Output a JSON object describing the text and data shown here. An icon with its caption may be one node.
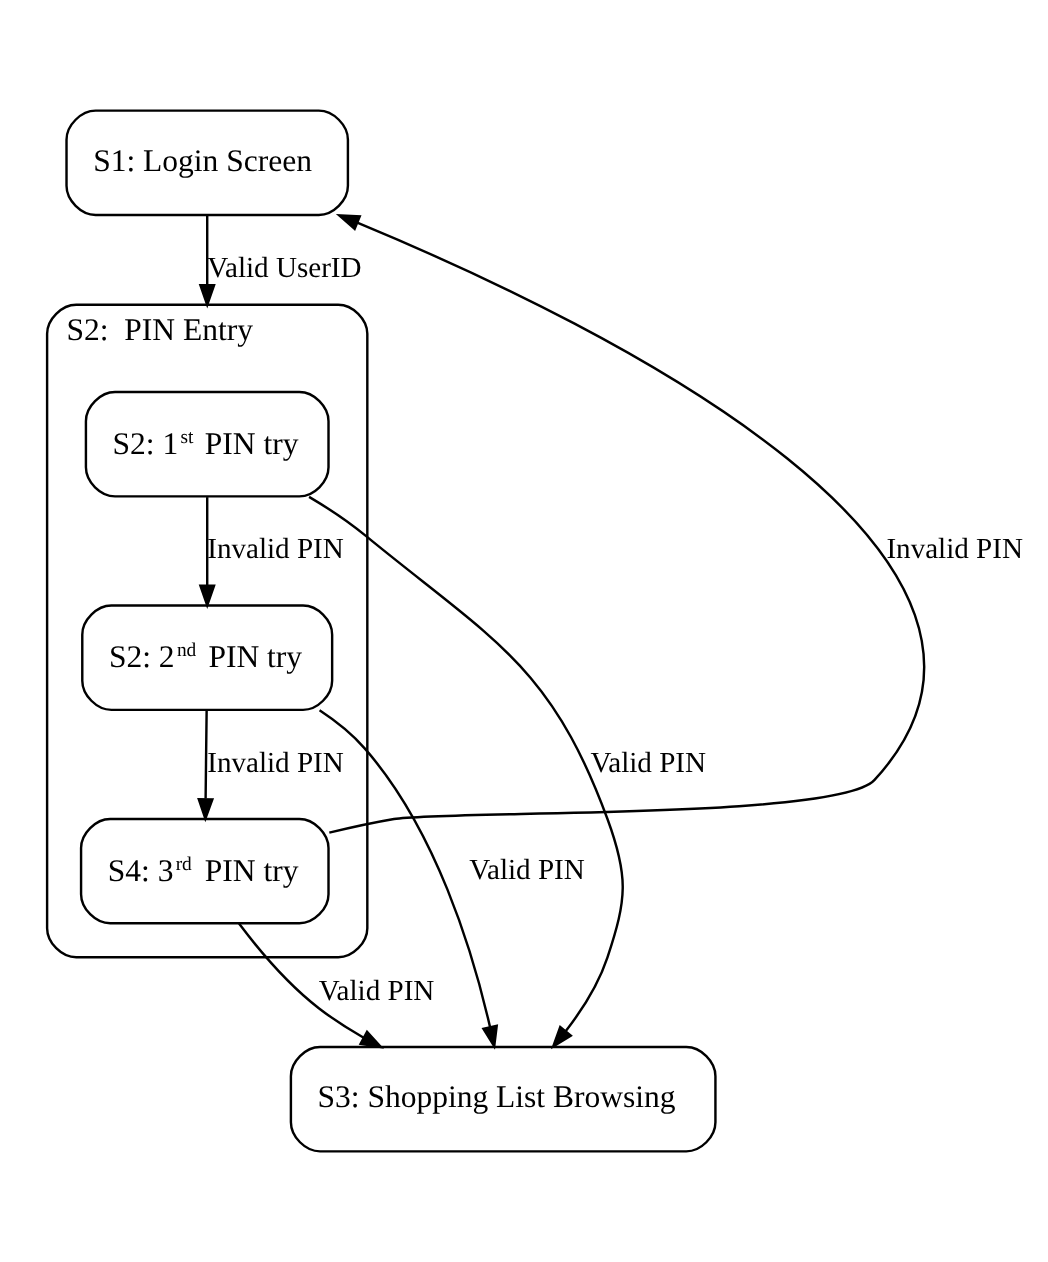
{
  "diagram": {
    "nodes": [
      {
        "text": [
          "S1: Login Screen"
        ]
      },
      {
        "text": [
          "S2:  PIN Entry"
        ]
      },
      {
        "text": [
          "S2: 1$^{st}$ PIN try"
        ],
        "in": 1
      },
      {
        "text": [
          "S2: 2$^{nd}$ PIN try"
        ],
        "in": 1
      },
      {
        "text": [
          "S4: 3$^{rd}$ PIN try"
        ],
        "in": 1
      },
      {
        "text": [
          "S3: Shopping List Browsing"
        ]
      }
    ],
    "edges": [
      {
        "from": 0,
        "to": 1,
        "arrow": "to",
        "label": "Valid UserID"
      },
      {
        "from": 2,
        "to": 3,
        "arrow": "to",
        "label": "Invalid PIN"
      },
      {
        "from": 3,
        "to": 4,
        "arrow": "to",
        "label": "Invalid PIN"
      },
      {
        "from": 4,
        "to": 5,
        "arrow": "to",
        "label": "Valid PIN"
      },
      {
        "from": 2,
        "to": 5,
        "arrow": "to",
        "label": "Valid PIN"
      },
      {
        "from": 3,
        "to": 5,
        "arrow": "to",
        "label": "Valid PIN"
      },
      {
        "from": 4,
        "to": 0,
        "arrow": "to",
        "label": "Invalid PIN"
      }
    ]
  }
}
